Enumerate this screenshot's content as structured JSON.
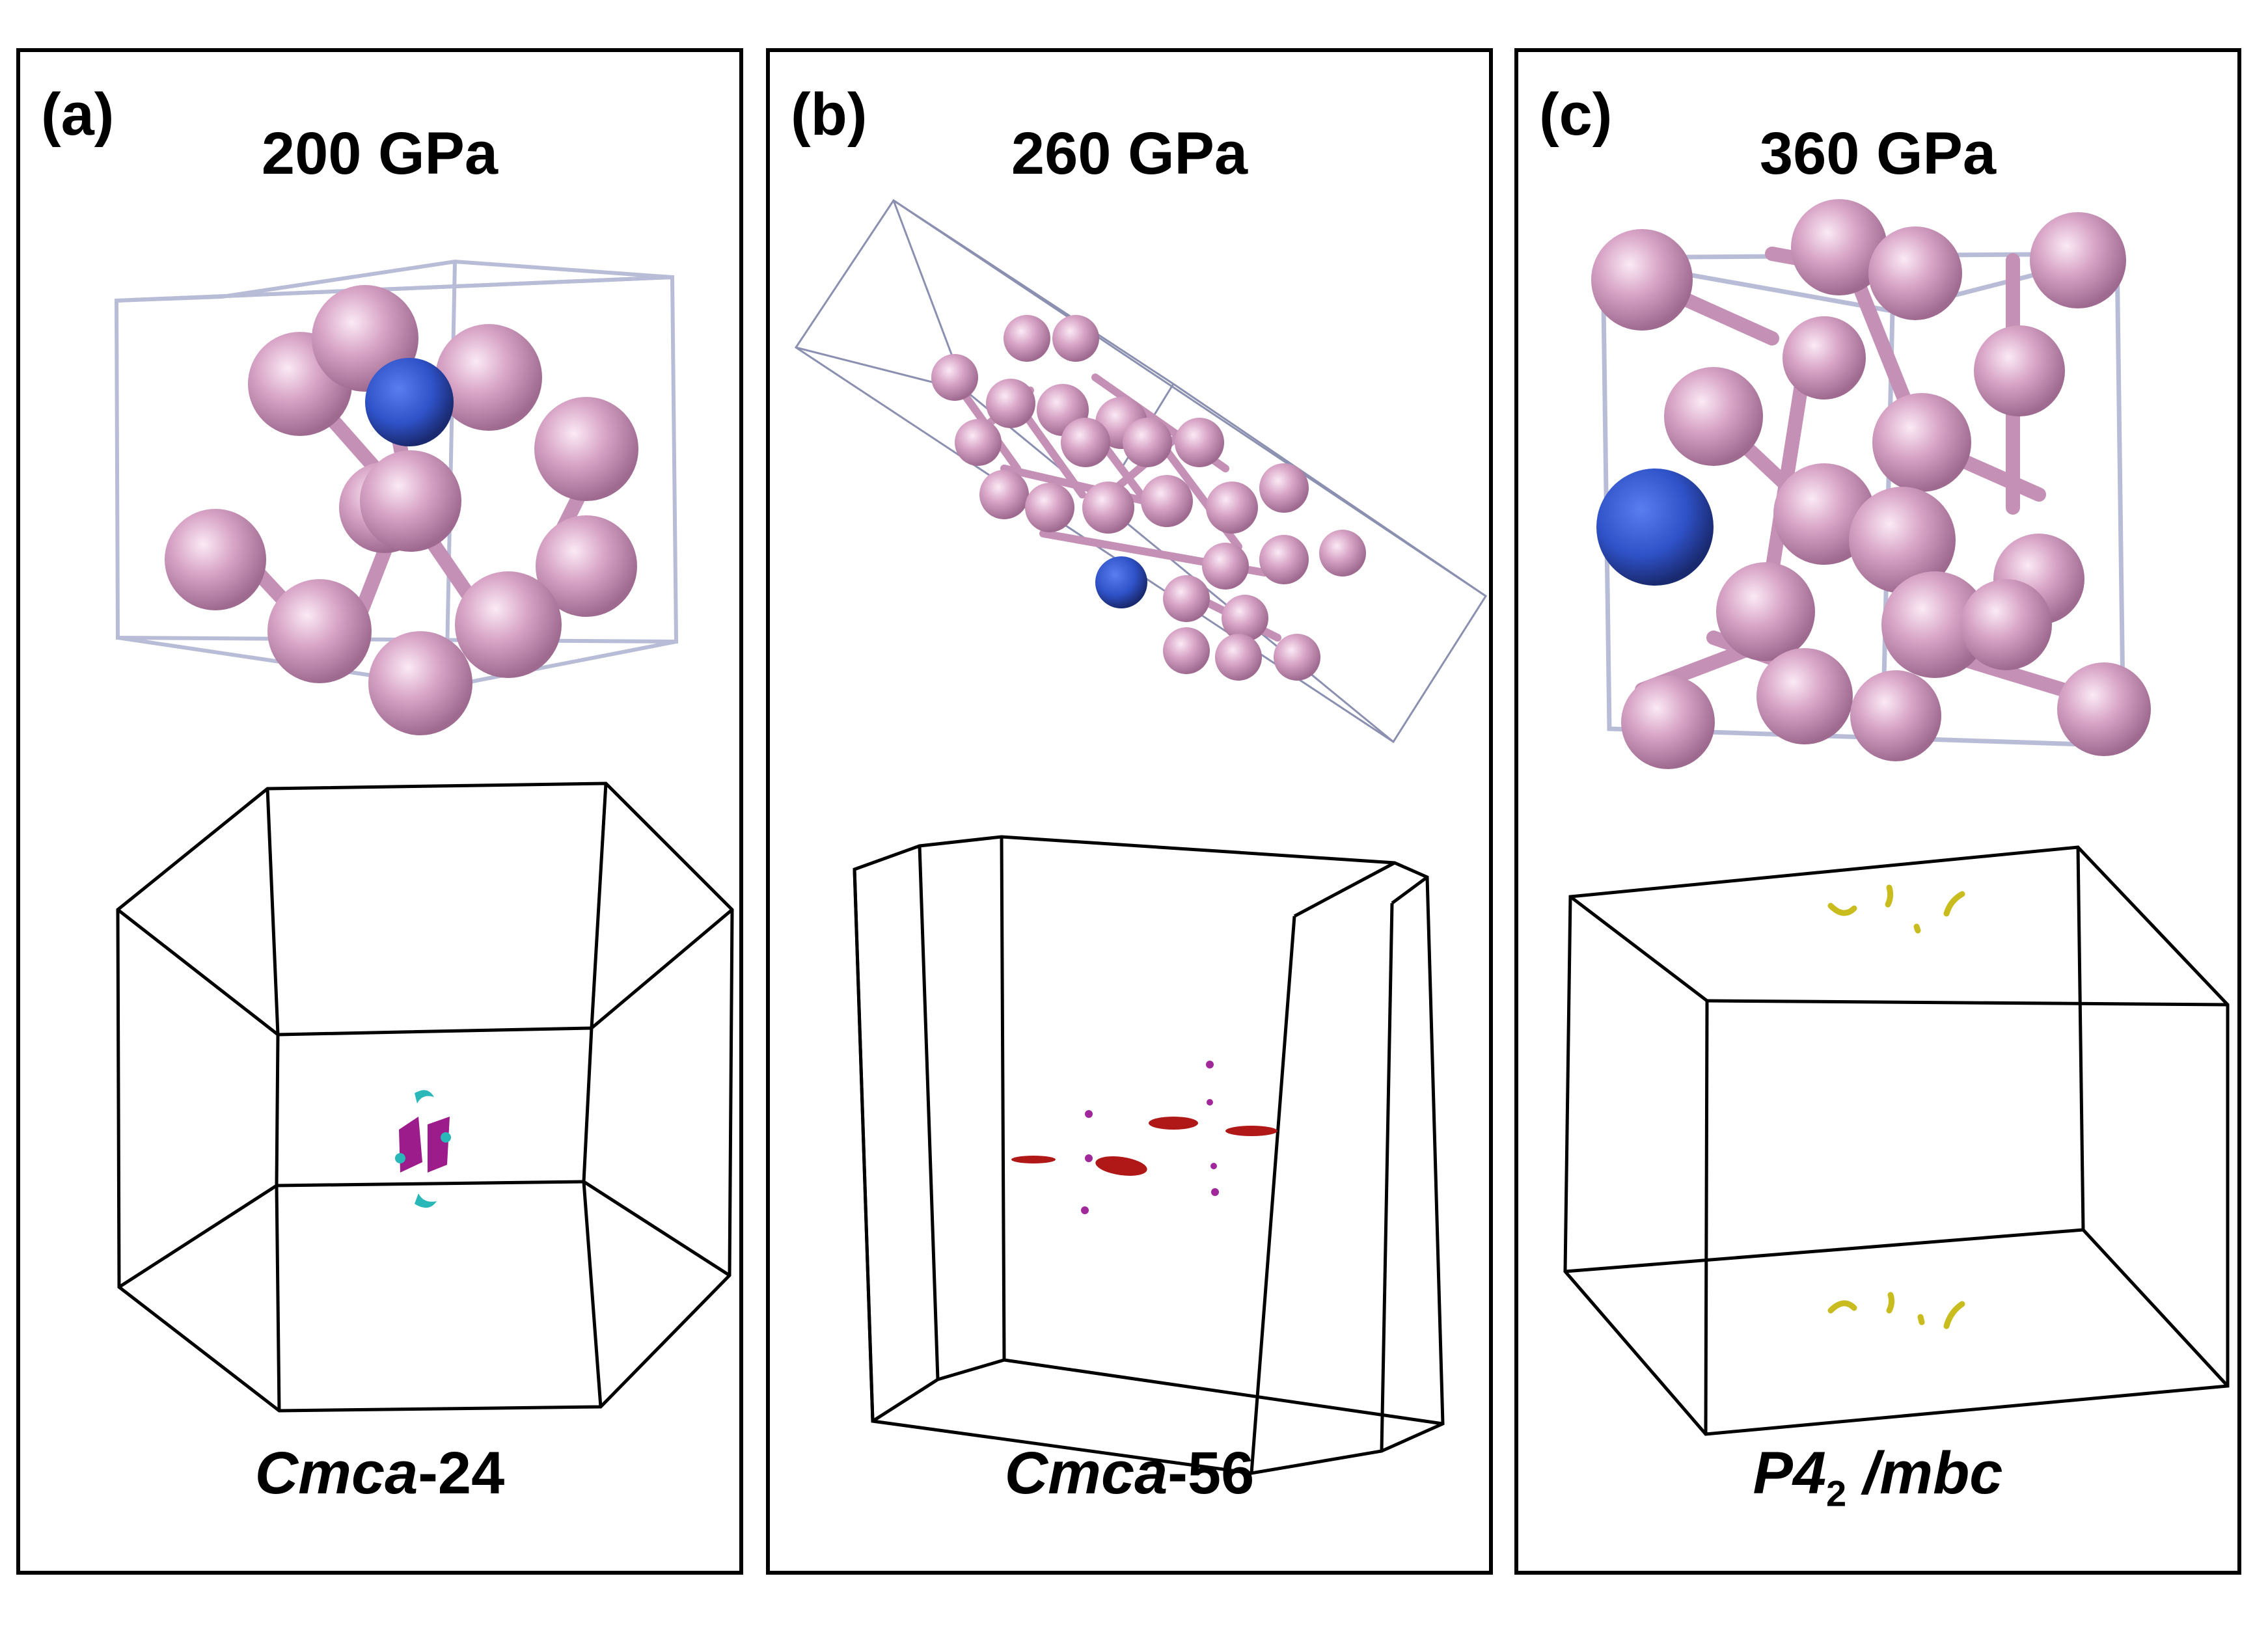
{
  "panels": [
    {
      "letter": "(a)",
      "pressure": "200 GPa",
      "phase_italic": "Cmca",
      "phase_rest": "-24"
    },
    {
      "letter": "(b)",
      "pressure": "260 GPa",
      "phase_italic": "Cmca",
      "phase_rest": "-56"
    },
    {
      "letter": "(c)",
      "pressure": "360 GPa",
      "phase_italic": "P4",
      "phase_sub": "2",
      "phase_rest": " /mbc"
    }
  ],
  "colors": {
    "atom": "#d9a6c8",
    "atom_shade": "#a8729a",
    "dopant": "#2f52c8",
    "cell_edge": "#b8bcd6",
    "bz_edge": "#000000",
    "surface_a_primary": "#9c1c8c",
    "surface_a_secondary": "#2ab7b7",
    "surface_b_primary": "#b01818",
    "surface_b_secondary": "#a0289a",
    "surface_c": "#c8bc1e"
  }
}
